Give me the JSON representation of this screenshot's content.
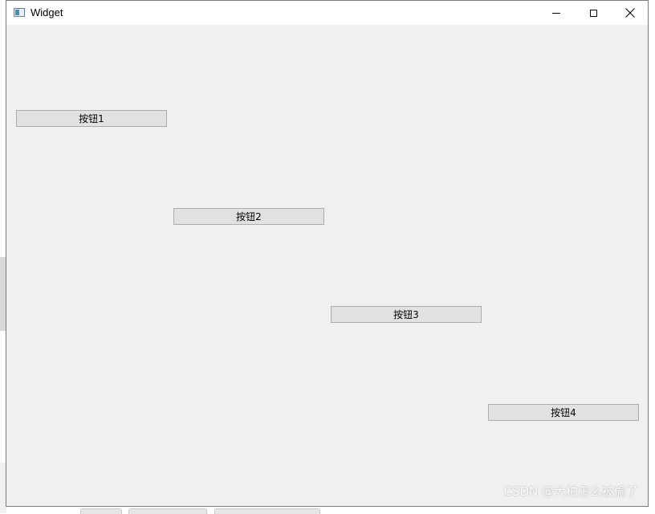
{
  "window": {
    "title": "Widget",
    "icon": "app-window-icon",
    "controls": {
      "minimize": "minimize-icon",
      "maximize": "maximize-icon",
      "close": "close-icon"
    }
  },
  "buttons": [
    {
      "label": "按钮1"
    },
    {
      "label": "按钮2"
    },
    {
      "label": "按钮3"
    },
    {
      "label": "按钮4"
    }
  ],
  "watermark": "CSDN @大柏怎么被偷了",
  "colors": {
    "window_bg": "#f0f0f0",
    "button_bg": "#e1e1e1",
    "button_border": "#adadad",
    "titlebar_bg": "#ffffff"
  }
}
